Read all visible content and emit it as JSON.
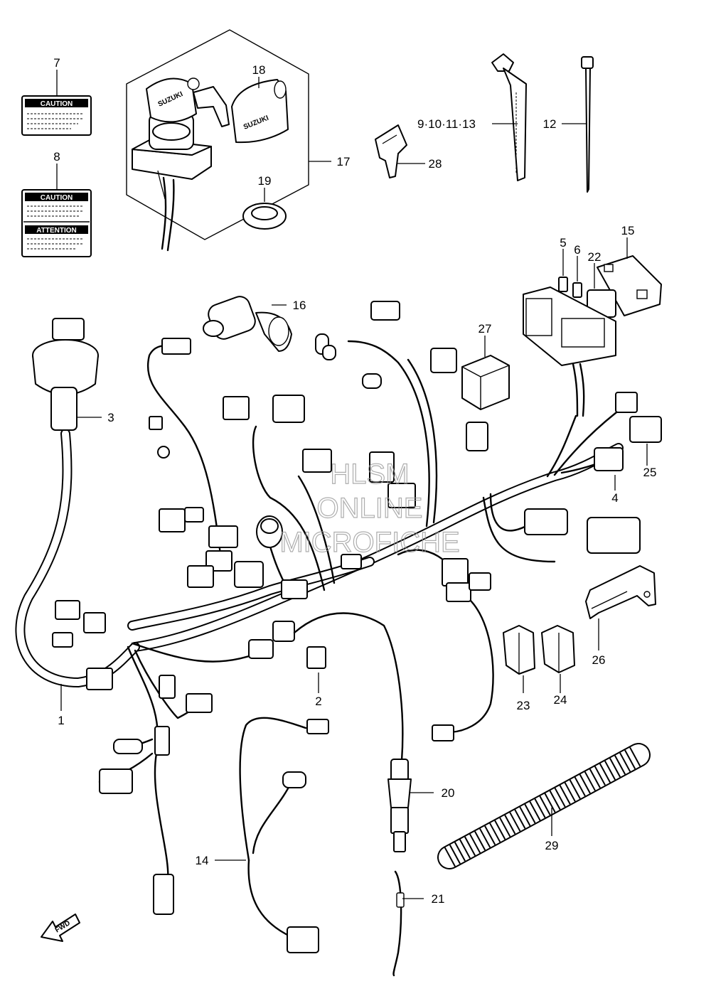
{
  "labels": {
    "caution_7": "CAUTION",
    "caution_8": "CAUTION",
    "attention_8": "ATTENTION",
    "key_brand": "SUZUKI",
    "cap_brand": "SUZUKI",
    "fwd": "FWD"
  },
  "watermark": {
    "line1": "HLSM",
    "line2": "ONLINE",
    "line3": "MICROFICHE"
  },
  "callouts": [
    {
      "id": "1",
      "text": "1"
    },
    {
      "id": "2",
      "text": "2"
    },
    {
      "id": "3",
      "text": "3"
    },
    {
      "id": "4",
      "text": "4"
    },
    {
      "id": "5",
      "text": "5"
    },
    {
      "id": "6",
      "text": "6"
    },
    {
      "id": "7",
      "text": "7"
    },
    {
      "id": "8",
      "text": "8"
    },
    {
      "id": "9",
      "text": "9·10·11·13"
    },
    {
      "id": "12",
      "text": "12"
    },
    {
      "id": "14",
      "text": "14"
    },
    {
      "id": "15",
      "text": "15"
    },
    {
      "id": "16",
      "text": "16"
    },
    {
      "id": "17",
      "text": "17"
    },
    {
      "id": "18",
      "text": "18"
    },
    {
      "id": "19",
      "text": "19"
    },
    {
      "id": "20",
      "text": "20"
    },
    {
      "id": "21",
      "text": "21"
    },
    {
      "id": "22",
      "text": "22"
    },
    {
      "id": "23",
      "text": "23"
    },
    {
      "id": "24",
      "text": "24"
    },
    {
      "id": "25",
      "text": "25"
    },
    {
      "id": "26",
      "text": "26"
    },
    {
      "id": "27",
      "text": "27"
    },
    {
      "id": "28",
      "text": "28"
    },
    {
      "id": "29",
      "text": "29"
    }
  ]
}
